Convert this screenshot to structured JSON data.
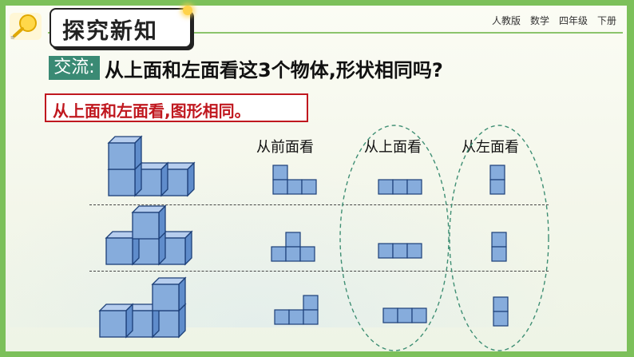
{
  "header": {
    "title": "探究新知",
    "publisher": "人教版",
    "subject": "数学",
    "grade": "四年级",
    "volume": "下册"
  },
  "question": {
    "tag": "交流:",
    "text": "从上面和左面看这3个物体,形状相同吗?"
  },
  "answer": {
    "text": "从上面和左面看,图形相同。"
  },
  "columns": {
    "front": "从前面看",
    "top": "从上面看",
    "left": "从左面看"
  },
  "colors": {
    "frame": "#7cc05a",
    "cube_fill": "#86acdc",
    "cube_stroke": "#1c3f78",
    "tag_bg": "#3a8a74",
    "answer_red": "#c0181f",
    "ellipse": "#3f8f74"
  },
  "icons": {
    "header_icon": "magnifier-icon"
  }
}
